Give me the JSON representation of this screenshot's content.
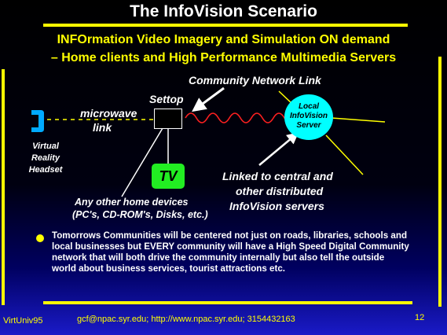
{
  "title": "The InfoVision Scenario",
  "subtitle_line1": "INFOrmation Video Imagery and Simulation ON demand",
  "subtitle_line2": "– Home clients and High Performance Multimedia Servers",
  "diagram": {
    "community_link_label": "Community Network Link",
    "settop_label": "Settop",
    "microwave_label_1": "microwave",
    "microwave_label_2": "link",
    "headset_label": [
      "Virtual",
      "Reality",
      "Headset"
    ],
    "server_label": [
      "Local",
      "InfoVision",
      "Server"
    ],
    "tv_label": "TV",
    "home_devices_1": "Any other home devices",
    "home_devices_2": "(PC's, CD-ROM's, Disks, etc.)",
    "linked_1": "Linked to central and",
    "linked_2": "other distributed",
    "linked_3": "InfoVision servers"
  },
  "bullet_text": "Tomorrows Communities will be centered not just on roads, libraries, schools and local businesses but EVERY community will have a High Speed Digital Community network that will both drive the community internally but also tell the outside world about business services, tourist attractions etc.",
  "footer": {
    "left": "VirtUniv95",
    "center": "gcf@npac.syr.edu; http://www.npac.syr.edu; 3154432163",
    "page": "12"
  },
  "colors": {
    "accent": "#ffff00",
    "tv": "#22ee22",
    "server": "#00ffff",
    "wave": "#ff2020",
    "headset": "#00aaff"
  }
}
